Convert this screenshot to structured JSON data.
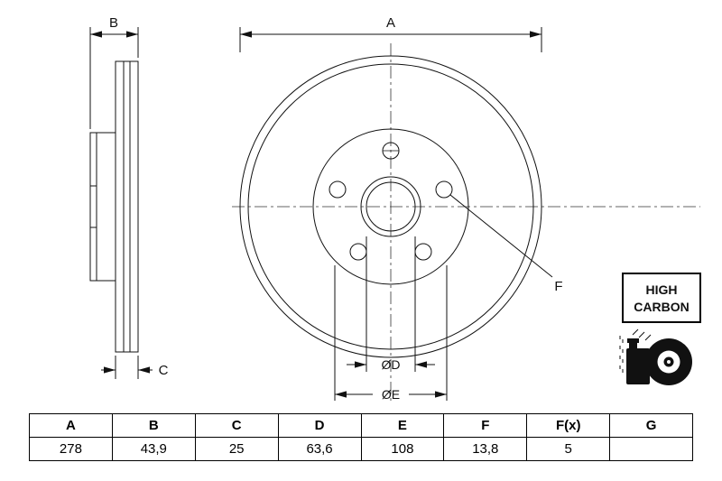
{
  "drawing": {
    "labels": {
      "a": "A",
      "b": "B",
      "c": "C",
      "d": "ØD",
      "e": "ØE",
      "f": "F"
    }
  },
  "badge": {
    "line1": "HIGH",
    "line2": "CARBON"
  },
  "table": {
    "headers": [
      "A",
      "B",
      "C",
      "D",
      "E",
      "F",
      "F(x)",
      "G"
    ],
    "values": [
      "278",
      "43,9",
      "25",
      "63,6",
      "108",
      "13,8",
      "5",
      ""
    ]
  }
}
